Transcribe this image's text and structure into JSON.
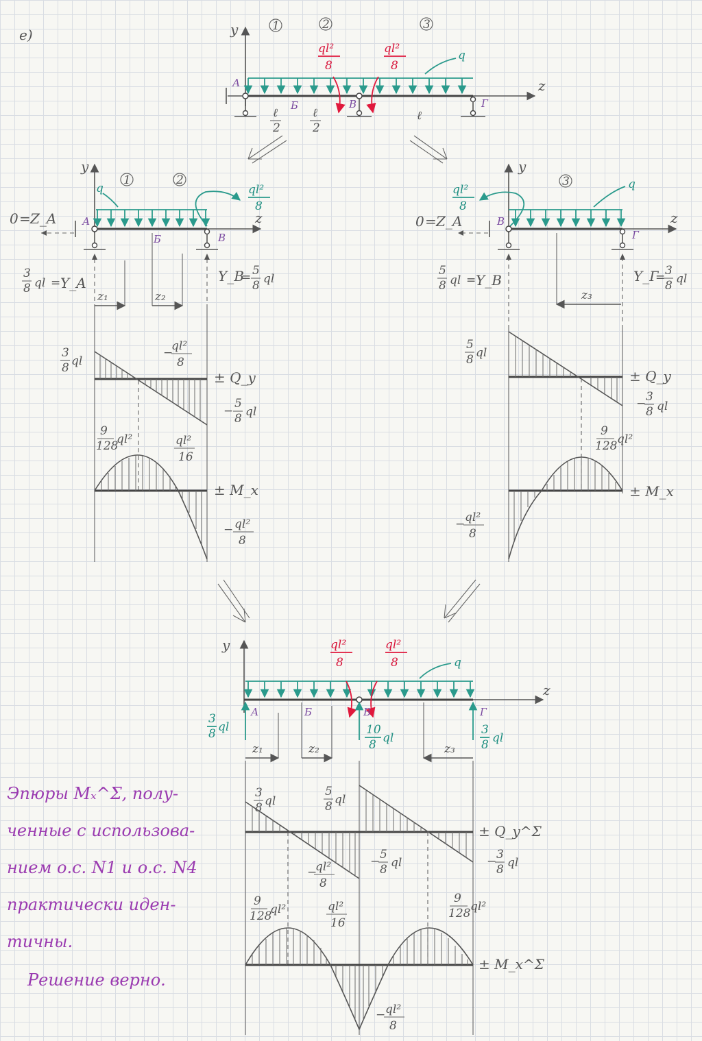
{
  "labels": {
    "case_label": "е)",
    "axis_y": "y",
    "axis_z": "z",
    "q": "q",
    "num_q_l2": "ql²",
    "den_8": "8",
    "den_16": "16",
    "den_128": "128",
    "num_9": "9",
    "num_3": "3",
    "num_5": "5",
    "num_10": "10",
    "ql": "ql",
    "minus": "−",
    "l": "ℓ",
    "two": "2",
    "equals": "=",
    "zero": "0",
    "ZA": "Z_A",
    "YA": "Y_A",
    "YB": "Y_В",
    "YG": "Y_Г",
    "Qy": "± Q_y",
    "Mx": "± M_x",
    "QySum": "± Q_y^Σ",
    "MxSum": "± M_x^Σ",
    "z1": "z₁",
    "z2": "z₂",
    "z3": "z₃",
    "pt_A": "А",
    "pt_B": "Б",
    "pt_V": "В",
    "pt_G": "Г",
    "seg1": "1",
    "seg2": "2",
    "seg3": "3"
  },
  "note": {
    "line1": "Эпюры Mₓ^Σ, полу-",
    "line2": "ченные с использова-",
    "line3": "нием о.с. N1  и о.с. N4",
    "line4": "практически иден-",
    "line5": "тичны.",
    "line6": "Решение верно."
  },
  "colors": {
    "load": "#2a9a8c",
    "moment": "#e0183c",
    "point_label": "#7a4aa0",
    "note": "#9a3ab0"
  }
}
